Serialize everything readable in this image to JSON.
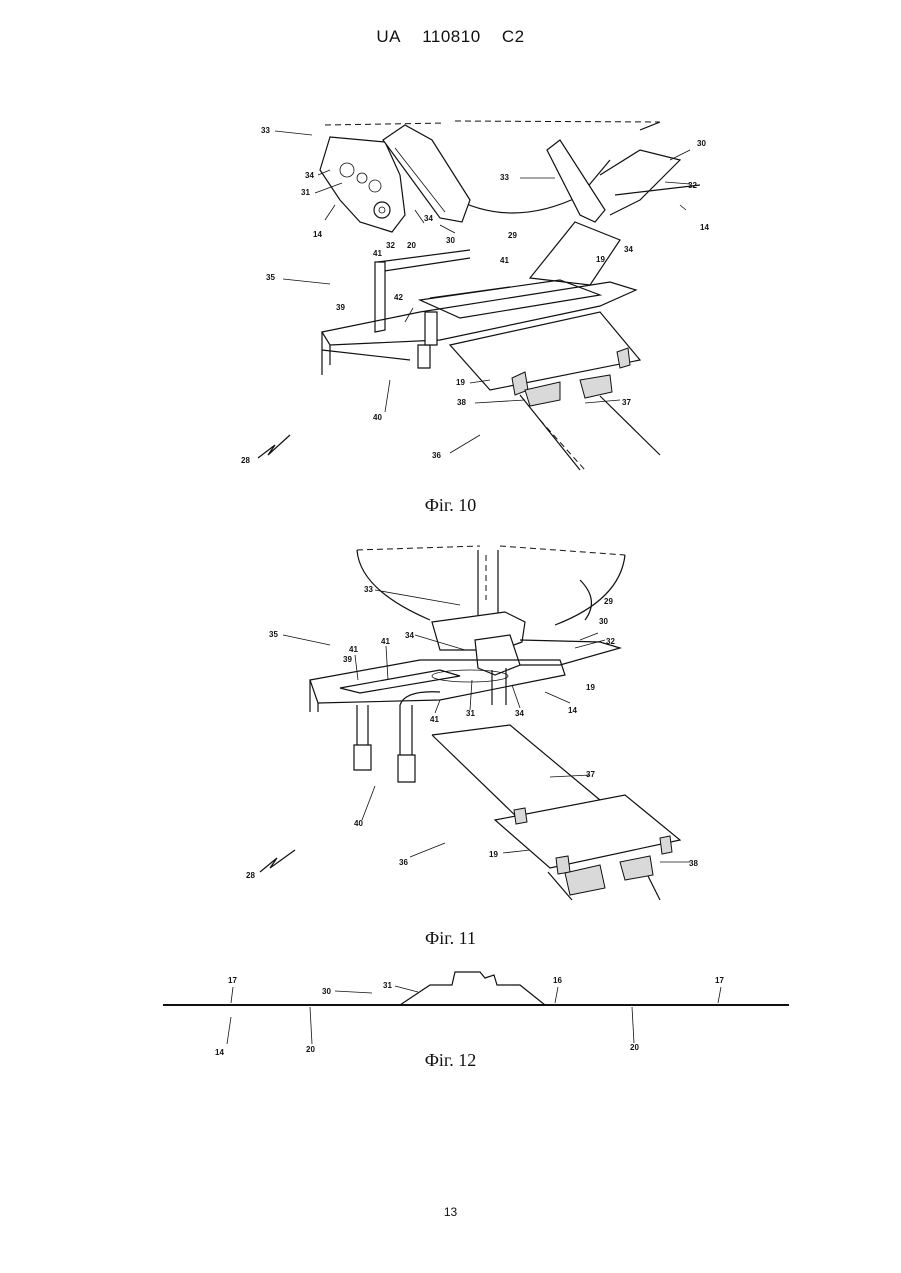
{
  "header": {
    "country": "UA",
    "number": "110810",
    "kind": "C2"
  },
  "figures": [
    {
      "caption": "Фіг. 10",
      "labels": {
        "l33a": "33",
        "l34a": "34",
        "l31": "31",
        "l14a": "14",
        "l32a": "32",
        "l20": "20",
        "l34b": "34",
        "l30a": "30",
        "l29": "29",
        "l33b": "33",
        "l30b": "30",
        "l32b": "32",
        "l34c": "34",
        "l14b": "14",
        "l19a": "19",
        "l41a": "41",
        "l41b": "41",
        "l35": "35",
        "l39": "39",
        "l42": "42",
        "l19b": "19",
        "l38": "38",
        "l37": "37",
        "l40": "40",
        "l36": "36",
        "l28": "28"
      }
    },
    {
      "caption": "Фіг. 11",
      "labels": {
        "l33": "33",
        "l29": "29",
        "l35": "35",
        "l30": "30",
        "l32": "32",
        "l34a": "34",
        "l41a": "41",
        "l41b": "41",
        "l39": "39",
        "l19a": "19",
        "l41c": "41",
        "l31": "31",
        "l34b": "34",
        "l14": "14",
        "l37": "37",
        "l40": "40",
        "l28": "28",
        "l36": "36",
        "l19b": "19",
        "l38": "38"
      }
    },
    {
      "caption": "Фіг. 12",
      "labels": {
        "l17a": "17",
        "l30": "30",
        "l31": "31",
        "l16": "16",
        "l17b": "17",
        "l14": "14",
        "l20a": "20",
        "l20b": "20"
      }
    }
  ],
  "page_number": "13"
}
